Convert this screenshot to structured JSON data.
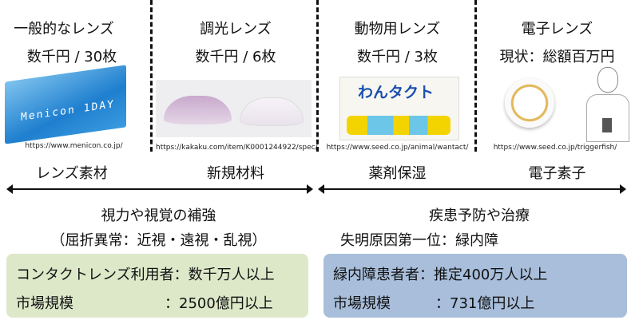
{
  "columns": [
    {
      "title": "一般的なレンズ",
      "price": "数千円 / 30枚",
      "url": "https://www.menicon.co.jp/",
      "material": "レンズ素材",
      "image_text": "Menicon 1DAY"
    },
    {
      "title": "調光レンズ",
      "price": "数千円 / 6枚",
      "url": "https://kakaku.com/item/K0001244922/spec/",
      "material": "新規材料"
    },
    {
      "title": "動物用レンズ",
      "price": "数千円 / 3枚",
      "url": "https://www.seed.co.jp/animal/wantact/",
      "material": "薬剤保湿",
      "image_text": "わんタクト"
    },
    {
      "title": "電子レンズ",
      "price": "現状：総額百万円",
      "url": "https://www.seed.co.jp/triggerfish/",
      "material": "電子素子"
    }
  ],
  "left": {
    "heading": "視力や視覚の補強",
    "subheading": "（屈折異常：近視・遠視・乱視）",
    "box": {
      "line1": "コンタクトレンズ利用者：数千万人以上",
      "line2_label": "市場規模",
      "line2_value": "：2500億円以上"
    }
  },
  "right": {
    "heading": "疾患予防や治療",
    "subheading": "失明原因第一位：緑内障",
    "box": {
      "line1": "緑内障患者者：推定400万人以上",
      "line2_label": "市場規模",
      "line2_value": "：731億円以上"
    }
  },
  "colors": {
    "green_box": "#dde8c9",
    "blue_box": "#a8bedb"
  }
}
